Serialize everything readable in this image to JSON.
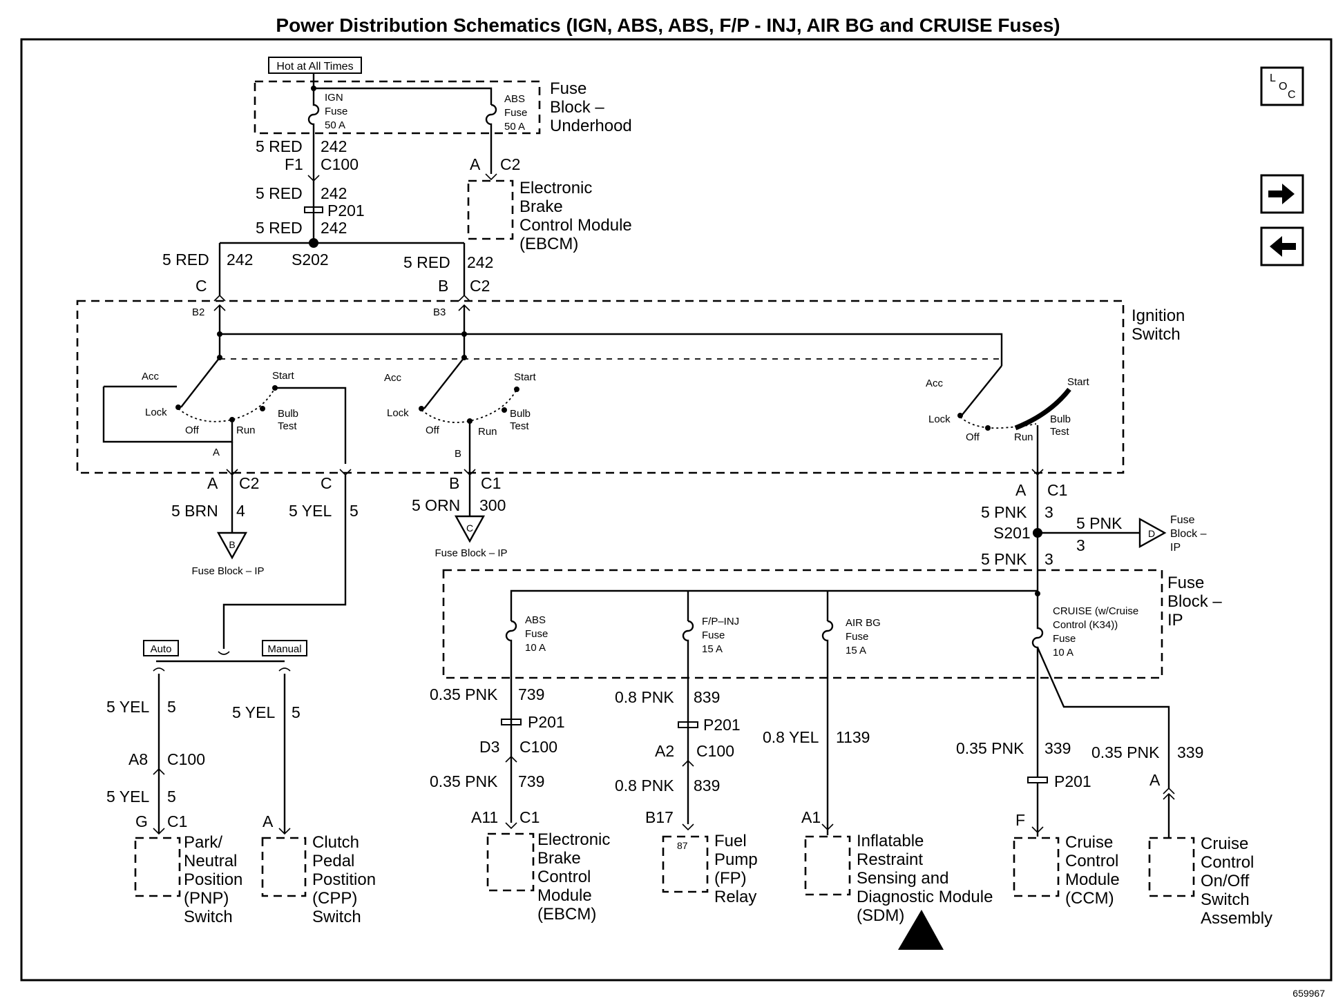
{
  "title": "Power Distribution Schematics (IGN, ABS, ABS, F/P - INJ, AIR BG and CRUISE Fuses)",
  "nav": {
    "loc_label": "LOC",
    "next_icon": "arrow-right-icon",
    "prev_icon": "arrow-left-icon"
  },
  "figure_number": "659967",
  "labels": {
    "hot_at_all_times": "Hot at All Times",
    "fuse_block_underhood": [
      "Fuse",
      "Block –",
      "Underhood"
    ],
    "ign_fuse": [
      "IGN",
      "Fuse",
      "50 A"
    ],
    "abs_fuse_top": [
      "ABS",
      "Fuse",
      "50 A"
    ],
    "ebcm_top": [
      "Electronic",
      "Brake",
      "Control Module",
      "(EBCM)"
    ],
    "ignition_switch": [
      "Ignition",
      "Switch"
    ],
    "fuse_block_ip_right": [
      "Fuse",
      "Block –",
      "IP"
    ],
    "fuse_block_ip_main": [
      "Fuse",
      "Block –",
      "IP"
    ],
    "fuse_block_ip_b": "Fuse Block – IP",
    "fuse_block_ip_c": "Fuse Block – IP",
    "abs_fuse_ip": [
      "ABS",
      "Fuse",
      "10 A"
    ],
    "fp_inj_fuse": [
      "F/P–INJ",
      "Fuse",
      "15 A"
    ],
    "air_bg_fuse": [
      "AIR BG",
      "Fuse",
      "15 A"
    ],
    "cruise_fuse": [
      "CRUISE (w/Cruise",
      "Control (K34))",
      "Fuse",
      "10 A"
    ],
    "auto": "Auto",
    "manual": "Manual",
    "pnp": [
      "Park/",
      "Neutral",
      "Position",
      "(PNP)",
      "Switch"
    ],
    "cpp": [
      "Clutch",
      "Pedal",
      "Postition",
      "(CPP)",
      "Switch"
    ],
    "ebcm_bottom": [
      "Electronic",
      "Brake",
      "Control",
      "Module",
      "(EBCM)"
    ],
    "fp_relay": [
      "Fuel",
      "Pump",
      "(FP)",
      "Relay"
    ],
    "sdm": [
      "Inflatable",
      "Restraint",
      "Sensing and",
      "Diagnostic Module",
      "(SDM)"
    ],
    "ccm": [
      "Cruise",
      "Control",
      "Module",
      "(CCM)"
    ],
    "cruise_switch": [
      "Cruise",
      "Control",
      "On/Off",
      "Switch",
      "Assembly"
    ],
    "switch_positions": {
      "acc": "Acc",
      "lock": "Lock",
      "off": "Off",
      "run": "Run",
      "start": "Start",
      "bulb": "Bulb",
      "test": "Test"
    }
  },
  "wires": {
    "w1": "5 RED",
    "c1": "242",
    "f1": "F1",
    "c100": "C100",
    "p201": "P201",
    "s202": "S202",
    "a": "A",
    "b": "B",
    "c": "C",
    "c2": "C2",
    "c1c": "C1",
    "b2": "B2",
    "b3": "B3",
    "brn": "5 BRN",
    "n4": "4",
    "yel": "5 YEL",
    "n5": "5",
    "orn": "5 ORN",
    "n300": "300",
    "pnk": "5 PNK",
    "n3": "3",
    "s201": "S201",
    "pnk035": "0.35 PNK",
    "n739": "739",
    "d3": "D3",
    "a11": "A11",
    "pnk08": "0.8 PNK",
    "n839": "839",
    "a2": "A2",
    "b17": "B17",
    "n87": "87",
    "yel08": "0.8 YEL",
    "n1139": "1139",
    "a1": "A1",
    "n339": "339",
    "f": "F",
    "a8": "A8",
    "g": "G",
    "d": "D"
  }
}
